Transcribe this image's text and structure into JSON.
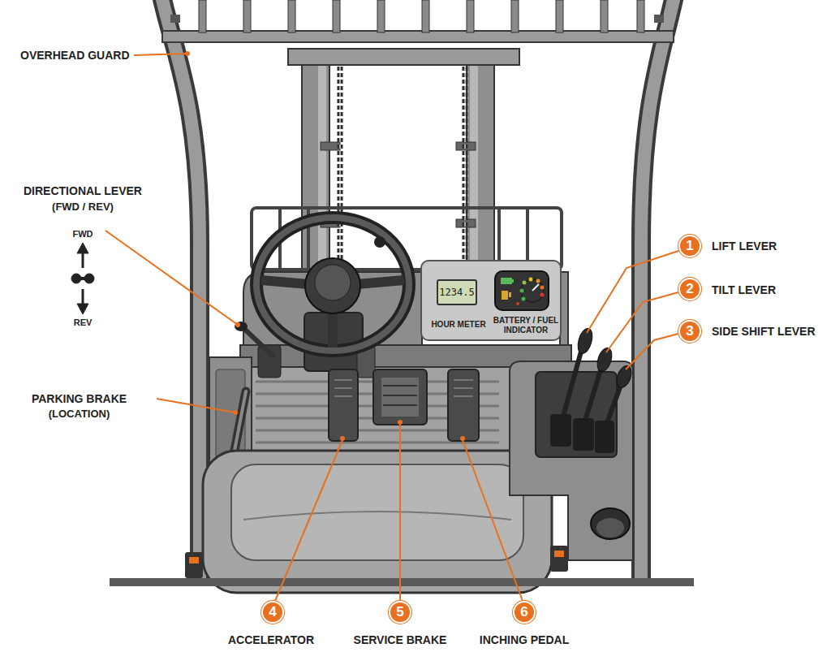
{
  "diagram": {
    "nodes": [
      {
        "text": [
          "1"
        ]
      },
      {
        "text": [
          "2"
        ]
      },
      {
        "text": [
          "3"
        ]
      },
      {
        "text": [
          "HOUR METER",
          "BATTERY / FUEL INDICATOR"
        ]
      },
      {
        "text": [
          "1234.5"
        ],
        "in": 3
      },
      {
        "text": [
          "4"
        ]
      },
      {
        "text": [
          "5"
        ]
      },
      {
        "text": [
          "6"
        ]
      }
    ],
    "labels": [
      "OVERHEAD GUARD",
      "DIRECTIONAL LEVER",
      "(FWD / REV)",
      "FWD",
      "REV",
      "PARKING BRAKE",
      "(LOCATION)",
      "LIFT LEVER",
      "TILT LEVER",
      "SIDE SHIFT LEVER",
      "ACCELERATOR",
      "SERVICE BRAKE",
      "INCHING PEDAL"
    ]
  }
}
